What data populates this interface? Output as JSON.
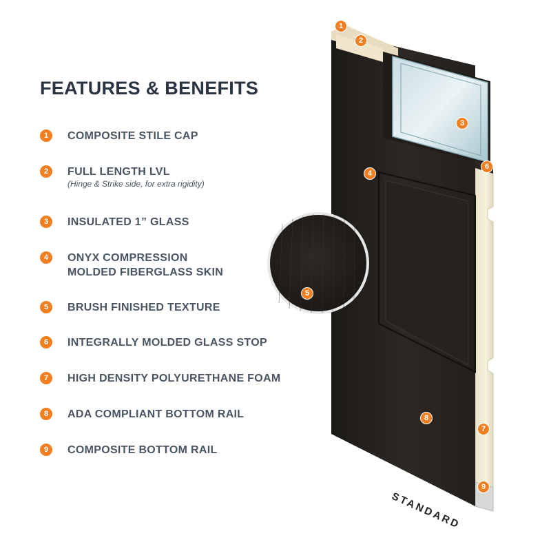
{
  "title": "FEATURES & BENEFITS",
  "features": [
    {
      "num": "1",
      "label": "COMPOSITE STILE CAP",
      "note": ""
    },
    {
      "num": "2",
      "label": "FULL LENGTH LVL",
      "note": "(Hinge & Strike side, for extra rigidity)"
    },
    {
      "num": "3",
      "label": "INSULATED 1” GLASS",
      "note": ""
    },
    {
      "num": "4",
      "label": "ONYX COMPRESSION",
      "label2": "MOLDED FIBERGLASS SKIN",
      "note": ""
    },
    {
      "num": "5",
      "label": "BRUSH FINISHED TEXTURE",
      "note": ""
    },
    {
      "num": "6",
      "label": "INTEGRALLY MOLDED GLASS STOP",
      "note": ""
    },
    {
      "num": "7",
      "label": "HIGH DENSITY POLYURETHANE FOAM",
      "note": ""
    },
    {
      "num": "8",
      "label": "ADA COMPLIANT BOTTOM RAIL",
      "note": ""
    },
    {
      "num": "9",
      "label": "COMPOSITE BOTTOM RAIL",
      "note": ""
    }
  ],
  "callouts": [
    "1",
    "2",
    "3",
    "4",
    "5",
    "6",
    "7",
    "8",
    "9"
  ],
  "door_label": "STANDARD",
  "colors": {
    "accent": "#f07f22",
    "heading": "#2b3442",
    "text": "#4a5563",
    "door_skin": "#2a2622",
    "foam": "#f3eed8"
  }
}
